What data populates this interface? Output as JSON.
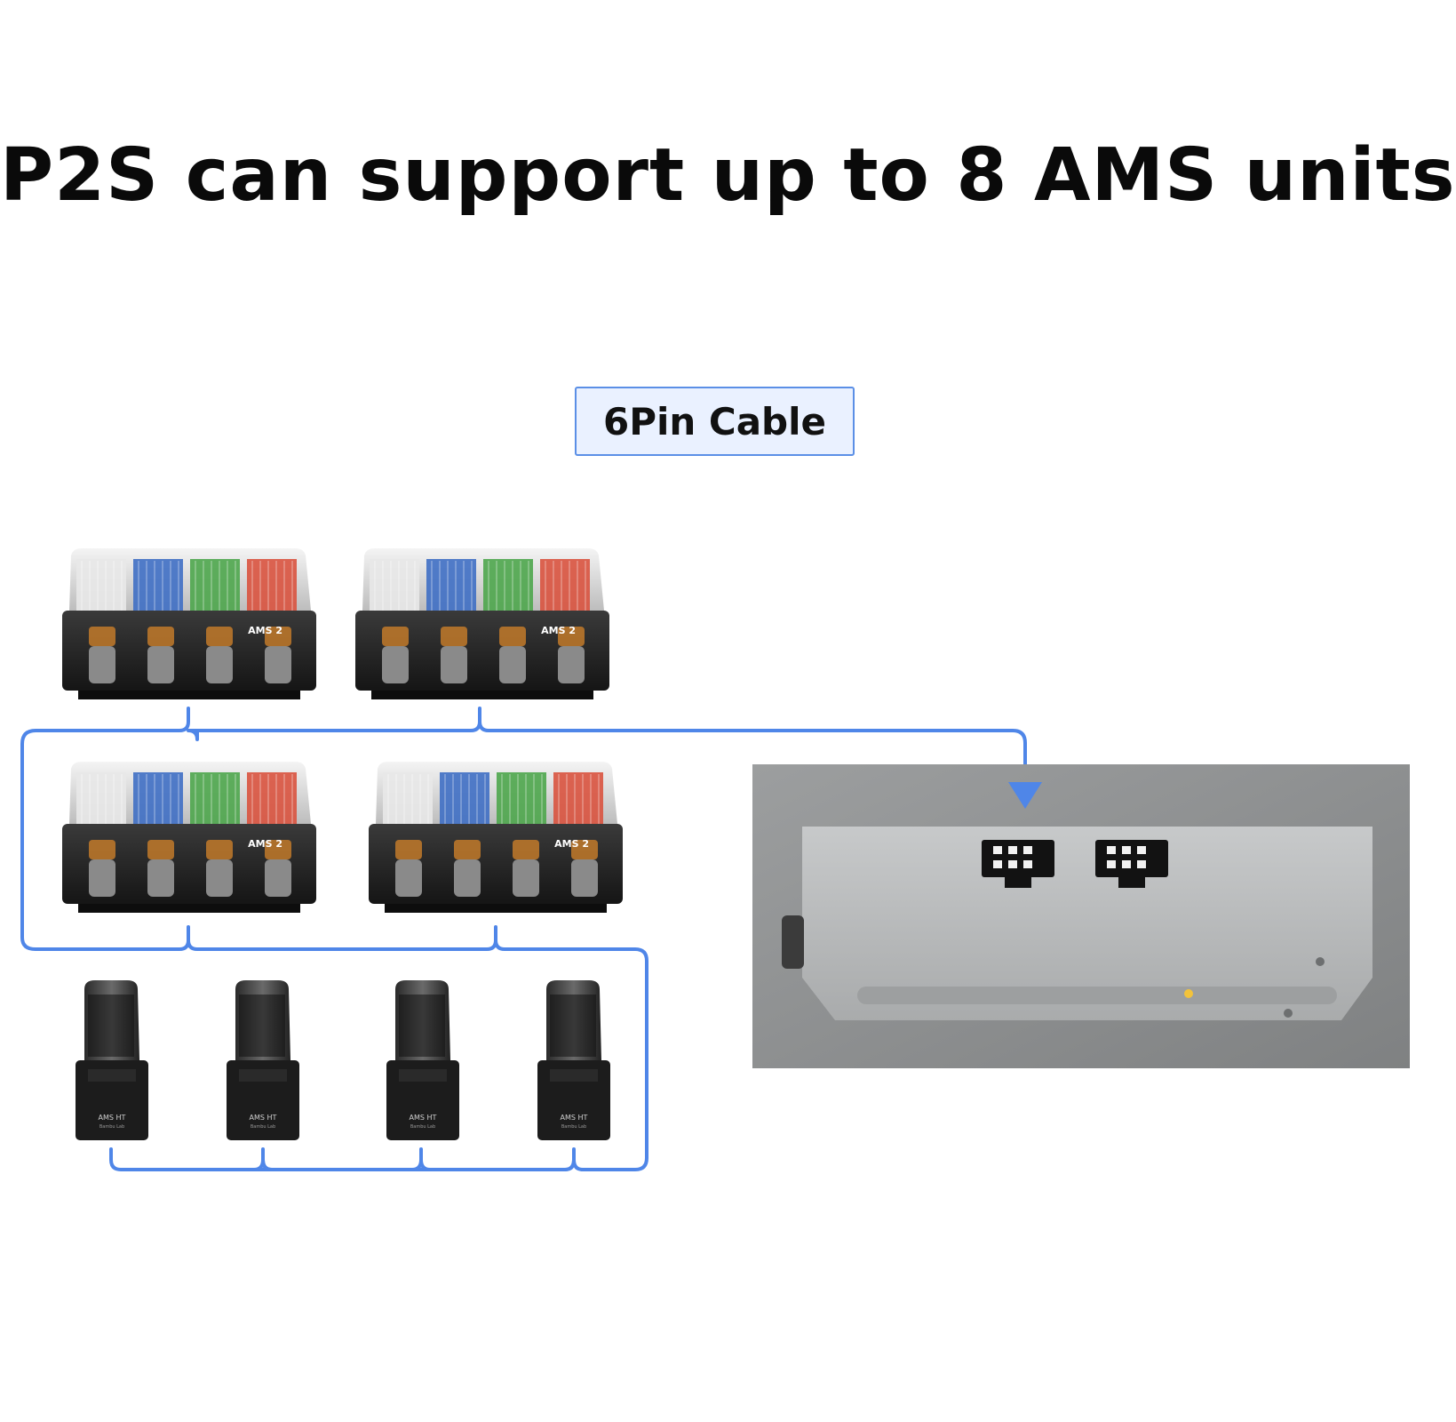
{
  "title": "P2S can support up to 8 AMS units",
  "cable_label": "6Pin Cable",
  "ams2": {
    "badge": "AMS 2",
    "spool_colors": [
      "#e8e8e8",
      "#3f6fc4",
      "#4ea64d",
      "#d9533f"
    ]
  },
  "ams_ht": {
    "badge": "AMS HT",
    "brand": "Bambu Lab"
  },
  "colors": {
    "cable": "#4f86e8",
    "panel_bg": "#8f9192",
    "bracket": "#b9bbbc"
  }
}
